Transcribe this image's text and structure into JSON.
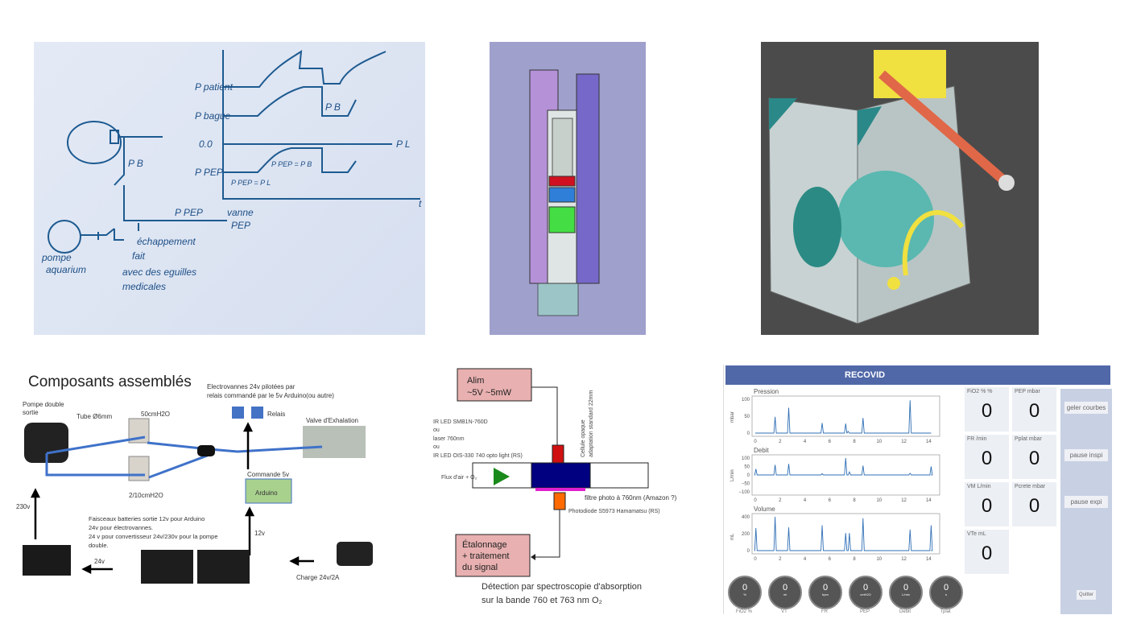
{
  "sketch": {
    "labels": [
      "P patient",
      "P bague",
      "0.0",
      "P PEP",
      "P B",
      "P L",
      "t",
      "P PEP",
      "vanne",
      "PEP",
      "P B",
      "P PEP = P B",
      "P PEP = P L"
    ],
    "notes": [
      "pompe",
      "aquarium",
      "échappement",
      "fait",
      "avec des eguilles",
      "medicales"
    ]
  },
  "schematic": {
    "title": "Composants assemblés",
    "pump": [
      "Pompe double",
      "sortie"
    ],
    "tube": "Tube Ø6mm",
    "valve_top": "50cmH2O",
    "valve_bottom": "2/10cmH2O",
    "electrovalves": [
      "Electrovannes 24v pilotées par",
      "relais commandé par le 5v Arduino(ou autre)"
    ],
    "relais": "Relais",
    "exhalation": "Valve d'Exhalation",
    "commande": "Commande 5v",
    "arduino": "Arduino",
    "v230": "230v",
    "v24": "24v",
    "v12": "12v",
    "batteries": [
      "Faisceaux batteries sortie 12v pour Arduino",
      "24v pour électrovannes.",
      "24 v pour convertisseur 24v/230v pour la pompe",
      "double."
    ],
    "charge": "Charge 24v/2A"
  },
  "spectro": {
    "alim": [
      "Alim",
      "~5V ~5mW"
    ],
    "source": [
      "IR LED SMB1N-760D",
      "ou",
      "laser 760nm",
      "ou",
      "IR LED OIS-330 740 opto light (RS)"
    ],
    "cell": [
      "Cellule opaque",
      "adaptation standard 22mm"
    ],
    "flux": "Flux d'air + O₂",
    "filter": "filtre photo à 760nm (Amazon ?)",
    "photodiode": "Photodiode S5973 Hamamatsu (RS)",
    "processing": [
      "Étalonnage",
      "+ traitement",
      "du signal"
    ],
    "caption": [
      "Détection par spectroscopie d'absorption",
      "sur la bande 760 et 763 nm O₂"
    ]
  },
  "recovid": {
    "title": "RECOVID",
    "accent": "#5068a8",
    "plots": [
      {
        "title": "Pression",
        "ylabel": "mbar",
        "ymin": 0,
        "ymax": 100,
        "yticks": [
          "100",
          "50",
          "0"
        ],
        "spikes": [
          [
            1.6,
            48
          ],
          [
            2.7,
            75
          ],
          [
            5.4,
            30
          ],
          [
            7.3,
            28
          ],
          [
            7.5,
            5
          ],
          [
            8.7,
            45
          ],
          [
            12.5,
            97
          ]
        ]
      },
      {
        "title": "Debit",
        "ylabel": "L/min",
        "ymin": -100,
        "ymax": 100,
        "yticks": [
          "100",
          "50",
          "0",
          "−50",
          "−100"
        ],
        "spikes": [
          [
            0.05,
            35
          ],
          [
            1.6,
            60
          ],
          [
            2.7,
            65
          ],
          [
            5.4,
            8
          ],
          [
            7.3,
            100
          ],
          [
            7.6,
            18
          ],
          [
            8.7,
            55
          ],
          [
            12.5,
            10
          ],
          [
            14.2,
            50
          ]
        ]
      },
      {
        "title": "Volume",
        "ylabel": "mL",
        "ymin": 0,
        "ymax": 480,
        "yticks": [
          "400",
          "200",
          "0"
        ],
        "spikes": [
          [
            0.05,
            320
          ],
          [
            1.6,
            480
          ],
          [
            2.7,
            330
          ],
          [
            5.4,
            360
          ],
          [
            7.3,
            250
          ],
          [
            7.6,
            250
          ],
          [
            8.7,
            460
          ],
          [
            12.5,
            300
          ],
          [
            14.2,
            360
          ]
        ]
      }
    ],
    "xticks": [
      "0",
      "2",
      "4",
      "6",
      "8",
      "10",
      "12",
      "14"
    ],
    "tiles": [
      {
        "label": "FiO2 % %",
        "value": "0"
      },
      {
        "label": "PEP mbar",
        "value": "0"
      },
      {
        "label": "FR /min",
        "value": "0"
      },
      {
        "label": "Pplat mbar",
        "value": "0"
      },
      {
        "label": "VM L/min",
        "value": "0"
      },
      {
        "label": "Pcrete mbar",
        "value": "0"
      },
      {
        "label": "VTe mL",
        "value": "0"
      }
    ],
    "buttons": [
      "geler courbes",
      "pause inspi",
      "pause expi"
    ],
    "quit": "Quitter",
    "gauges": [
      {
        "label": "FiO2 %",
        "value": "0",
        "unit": "%"
      },
      {
        "label": "VT",
        "value": "0",
        "unit": "ml"
      },
      {
        "label": "FR",
        "value": "0",
        "unit": "bpm"
      },
      {
        "label": "PEP",
        "value": "0",
        "unit": "cmH2O"
      },
      {
        "label": "Debit",
        "value": "0",
        "unit": "L/min"
      },
      {
        "label": "Tplat",
        "value": "0",
        "unit": "s"
      }
    ]
  }
}
